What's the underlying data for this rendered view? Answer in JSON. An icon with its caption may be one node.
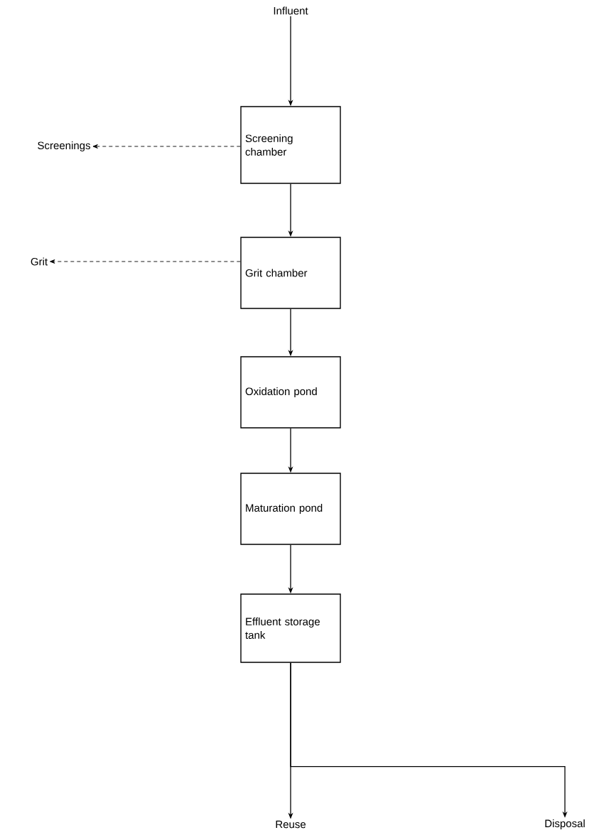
{
  "diagram": {
    "nodes": [
      {
        "text": [
          "Influent"
        ]
      },
      {
        "text": [
          "Screening chamber"
        ]
      },
      {
        "text": [
          "Screenings"
        ]
      },
      {
        "text": [
          "Grit chamber"
        ]
      },
      {
        "text": [
          "Grit"
        ]
      },
      {
        "text": [
          "Oxidation pond"
        ]
      },
      {
        "text": [
          "Maturation pond"
        ]
      },
      {
        "text": [
          "Effluent storage tank"
        ]
      },
      {
        "text": [
          "Reuse"
        ]
      },
      {
        "text": [
          "Disposal"
        ]
      }
    ],
    "edges": [
      {
        "from": 0,
        "to": 1,
        "arrow": "to"
      },
      {
        "from": 1,
        "to": 2,
        "arrow": "to",
        "style": "dashed"
      },
      {
        "from": 1,
        "to": 3,
        "arrow": "to"
      },
      {
        "from": 3,
        "to": 4,
        "arrow": "to",
        "style": "dashed"
      },
      {
        "from": 3,
        "to": 5,
        "arrow": "to"
      },
      {
        "from": 5,
        "to": 6,
        "arrow": "to"
      },
      {
        "from": 6,
        "to": 7,
        "arrow": "to"
      },
      {
        "from": 7,
        "to": 8,
        "arrow": "to"
      },
      {
        "from": 7,
        "to": 9,
        "arrow": "to"
      }
    ]
  }
}
